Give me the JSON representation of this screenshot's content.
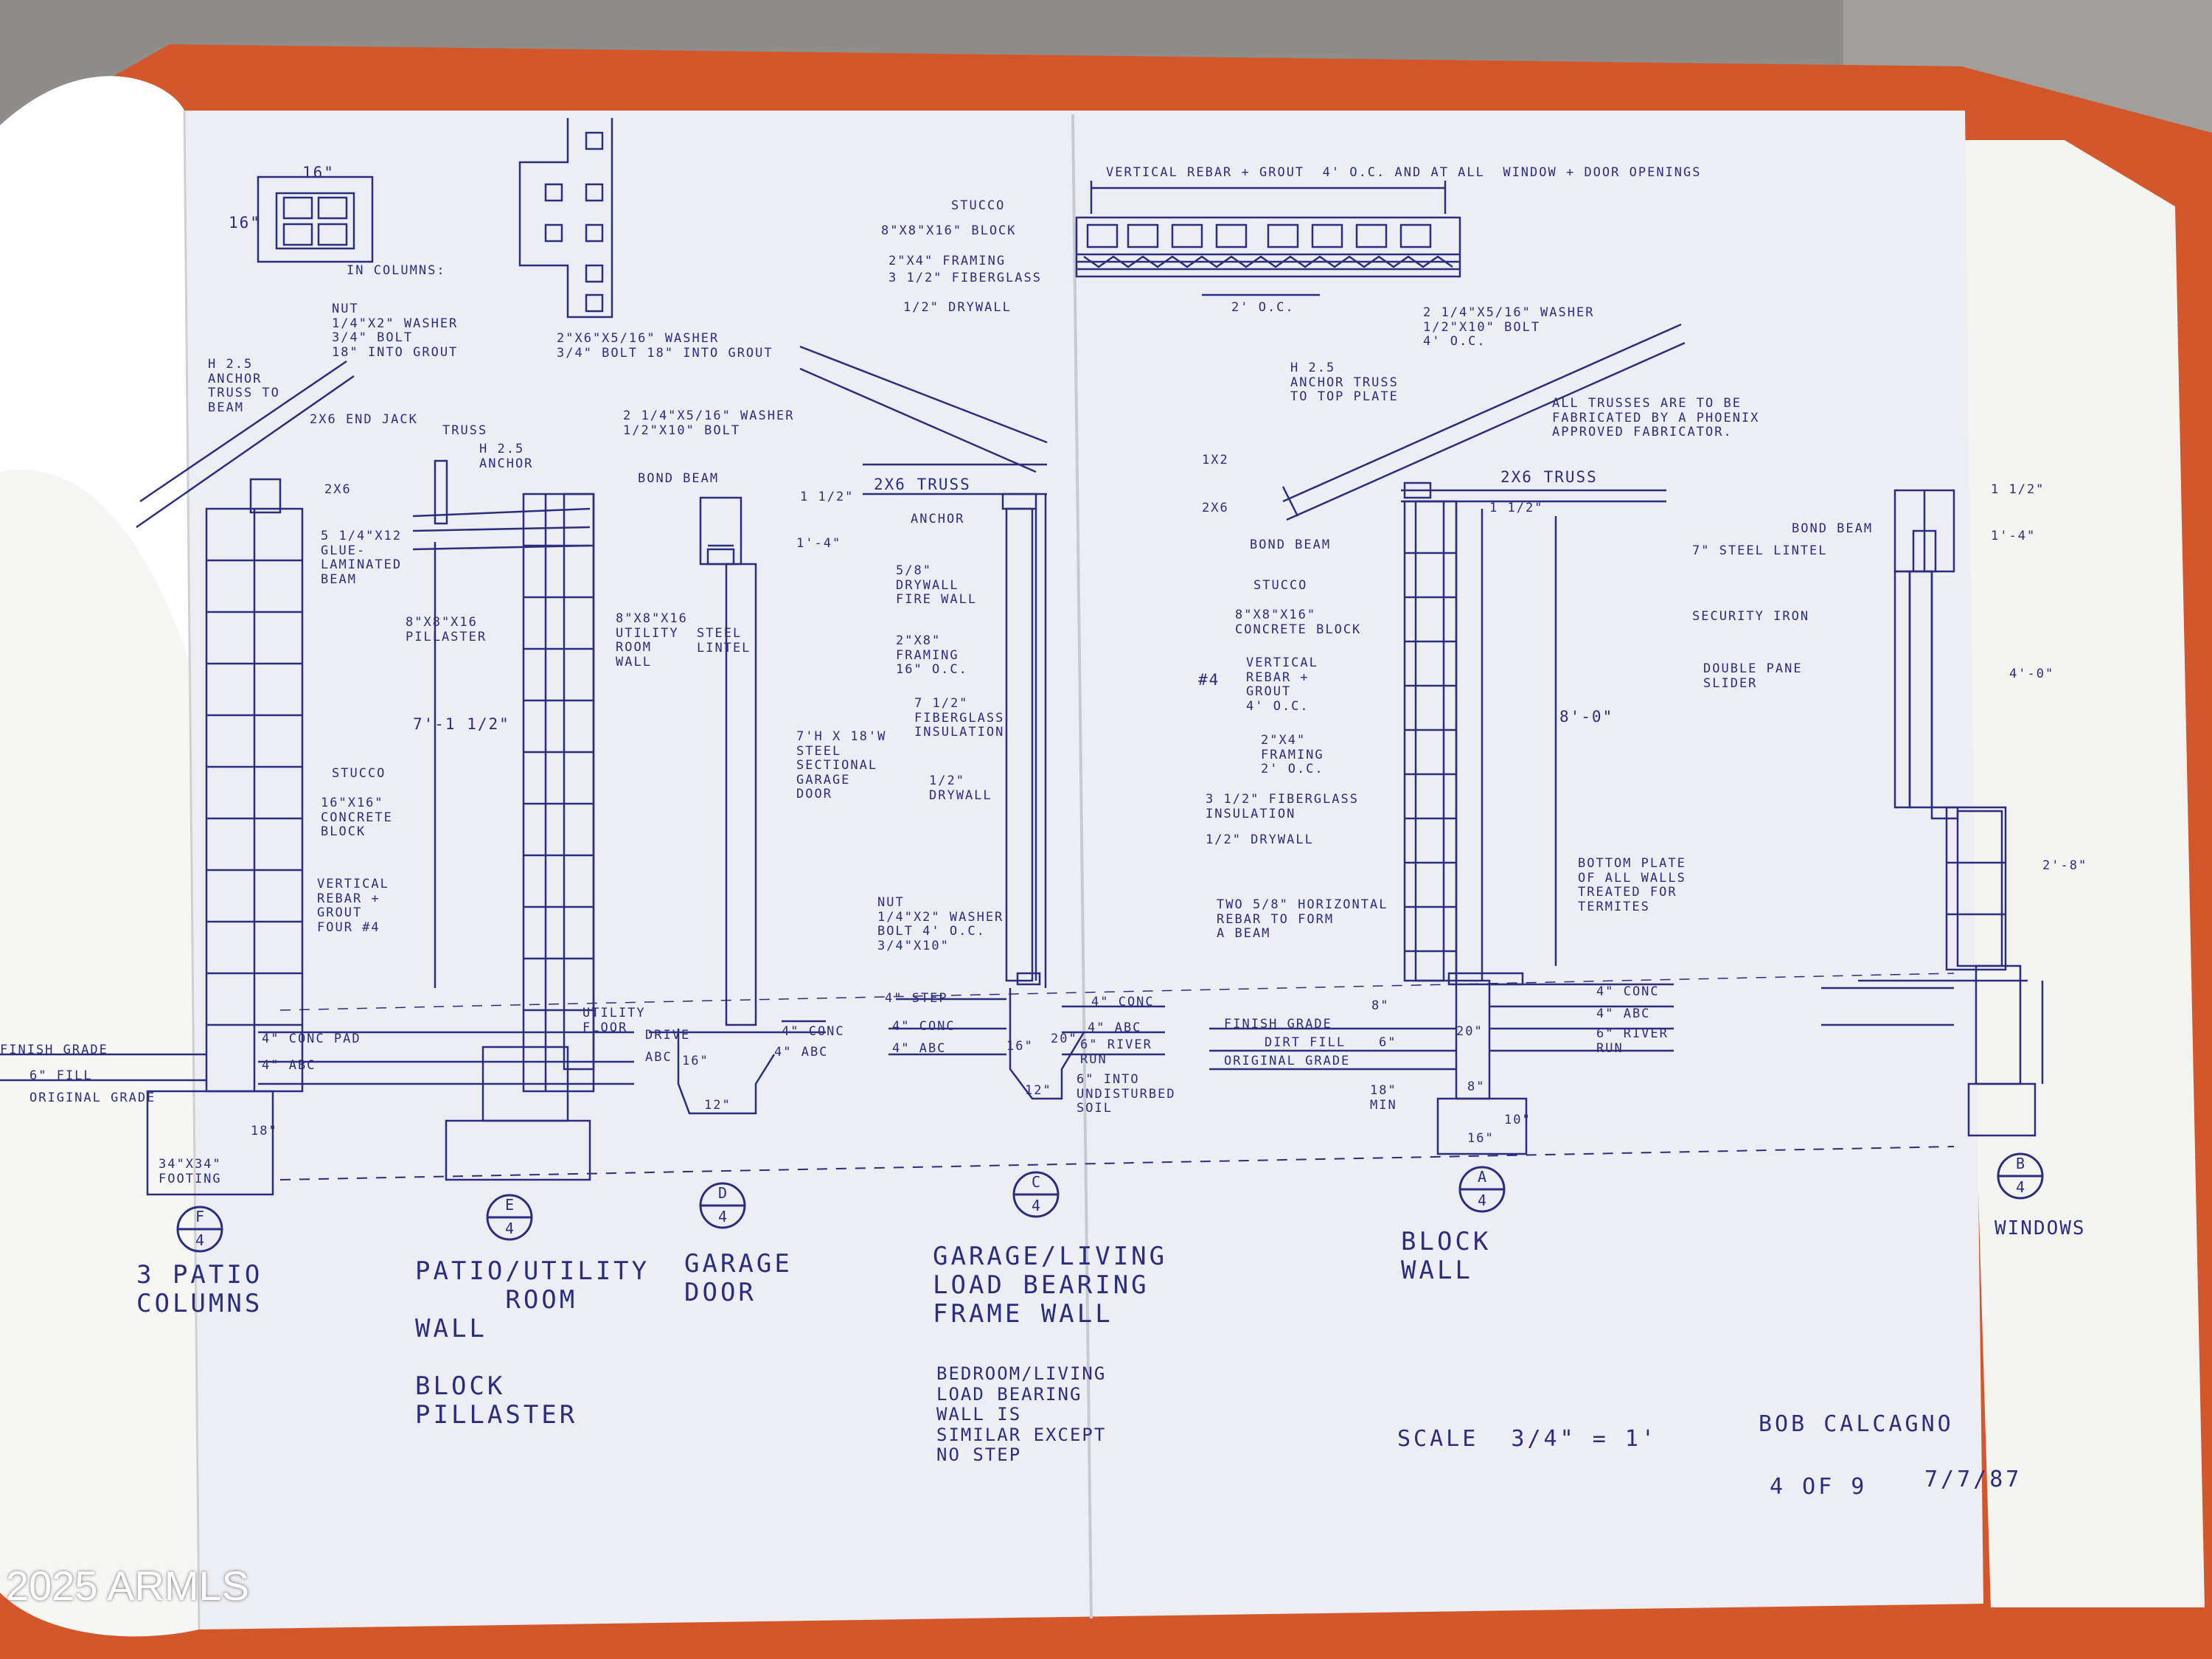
{
  "watermark": "2025 ARMLS",
  "colors": {
    "ink": "#2c2d7c",
    "paper": "#eceef4",
    "folder": "#d4572b",
    "wall": "#8f8d8a"
  },
  "sheet": {
    "title_block": {
      "scale": "SCALE  3/4\" = 1'",
      "drafter": "BOB CALCAGNO",
      "sheet_no": "4 OF 9",
      "date": "7/7/87"
    },
    "sections": [
      {
        "letter": "F",
        "sheet": "4",
        "title": "3 PATIO\nCOLUMNS"
      },
      {
        "letter": "E",
        "sheet": "4",
        "title": "PATIO/UTILITY\n     ROOM\nWALL\n\nBLOCK\nPILLASTER"
      },
      {
        "letter": "D",
        "sheet": "4",
        "title": "GARAGE\nDOOR"
      },
      {
        "letter": "C",
        "sheet": "4",
        "title": "GARAGE/LIVING\nLOAD BEARING\nFRAME WALL"
      },
      {
        "letter": "A",
        "sheet": "4",
        "title": "BLOCK\nWALL"
      },
      {
        "letter": "B",
        "sheet": "4",
        "title": "WINDOWS"
      }
    ],
    "note_c": "BEDROOM/LIVING\nLOAD BEARING\nWALL IS\nSIMILAR EXCEPT\nNO STEP",
    "plan_detail": {
      "column_size": "16\"",
      "column_size_side": "16\"",
      "in_columns": "IN COLUMNS:",
      "wall_top": "VERTICAL REBAR + GROUT  4' O.C. AND AT ALL  WINDOW + DOOR OPENINGS",
      "wall_layers": [
        "STUCCO",
        "8\"X8\"X16\" BLOCK",
        "2\"X4\" FRAMING",
        "3 1/2\" FIBERGLASS",
        "1/2\" DRYWALL"
      ],
      "spacing": "2' O.C."
    },
    "notes_f": {
      "h25": "H 2.5\nANCHOR\nTRUSS TO\nBEAM",
      "nut": "NUT\n1/4\"X2\" WASHER\n3/4\" BOLT\n18\" INTO GROUT",
      "end_jack": "2X6 END JACK",
      "two_x_six": "2X6",
      "beam": "5 1/4\"X12\nGLUE-\nLAMINATED\nBEAM",
      "stucco": "STUCCO",
      "block": "16\"X16\"\nCONCRETE\nBLOCK",
      "rebar": "VERTICAL\nREBAR +\nGROUT\nFOUR #4",
      "finish": "FINISH GRADE",
      "fill": "6\" FILL",
      "orig": "ORIGINAL GRADE",
      "footing": "34\"X34\"\nFOOTING",
      "dim18": "18\""
    },
    "notes_e": {
      "washer": "2\"X6\"X5/16\" WASHER\n3/4\" BOLT 18\" INTO GROUT",
      "truss": "TRUSS",
      "h25": "H 2.5\nANCHOR",
      "washer2": "2 1/4\"X5/16\" WASHER\n1/2\"X10\" BOLT",
      "bond": "BOND BEAM",
      "pillaster": "8\"X8\"X16\nPILLASTER",
      "utility": "8\"X8\"X16\nUTILITY\nROOM\nWALL",
      "height": "7'-1 1/2\"",
      "conc": "4\" CONC PAD",
      "abc": "4\" ABC",
      "util_floor": "UTILITY\nFLOOR"
    },
    "notes_d": {
      "lintel": "STEEL\nLINTEL",
      "top": "1 1/2\"",
      "side": "1'-4\"",
      "door": "7'H X 18'W\nSTEEL\nSECTIONAL\nGARAGE\nDOOR",
      "drive": "DRIVE",
      "abc": "ABC",
      "conc": "4\" CONC",
      "abc2": "4\" ABC",
      "d16": "16\"",
      "d12": "12\""
    },
    "notes_c": {
      "truss": "2X6 TRUSS",
      "anchor": "ANCHOR",
      "fire": "5/8\"\nDRYWALL\nFIRE WALL",
      "framing": "2\"X8\"\nFRAMING\n16\" O.C.",
      "insul": "7 1/2\"\nFIBERGLASS\nINSULATION",
      "drywall": "1/2\"\nDRYWALL",
      "nut": "NUT\n1/4\"X2\" WASHER\nBOLT 4' O.C.\n3/4\"X10\"",
      "step": "4\" STEP",
      "conc": "4\" CONC",
      "abc": "4\" ABC",
      "conc_r": "4\" CONC",
      "abc_r": "4\" ABC",
      "river": "6\" RIVER\nRUN",
      "soil": "6\" INTO\nUNDISTURBED\nSOIL",
      "d16": "16\"",
      "d20": "20\"",
      "d12": "12\""
    },
    "notes_a": {
      "washer": "2 1/4\"X5/16\" WASHER\n1/2\"X10\" BOLT\n4' O.C.",
      "h25": "H 2.5\nANCHOR TRUSS\nTO TOP PLATE",
      "trusses": "ALL TRUSSES ARE TO BE\nFABRICATED BY A PHOENIX\nAPPROVED FABRICATOR.",
      "one_x_two": "1X2",
      "two_x_six": "2X6",
      "truss": "2X6 TRUSS",
      "bond": "BOND BEAM",
      "stucco": "STUCCO",
      "block": "8\"X8\"X16\"\nCONCRETE BLOCK",
      "rebar_no": "#4",
      "rebar": "VERTICAL\nREBAR +\nGROUT\n4' O.C.",
      "framing": "2\"X4\"\nFRAMING\n2' O.C.",
      "insul": "3 1/2\" FIBERGLASS\nINSULATION",
      "drywall": "1/2\" DRYWALL",
      "height": "8'-0\"",
      "top": "1 1/2\"",
      "bottom": "BOTTOM PLATE\nOF ALL WALLS\nTREATED FOR\nTERMITES",
      "rebar2": "TWO 5/8\" HORIZONTAL\nREBAR TO FORM\nA BEAM",
      "finish": "FINISH GRADE",
      "dirt": "DIRT FILL",
      "orig": "ORIGINAL GRADE",
      "d8": "8\"",
      "d6": "6\"",
      "d18": "18\"\nMIN",
      "d20": "20\"",
      "d8b": "8\"",
      "d16": "16\"",
      "d10": "10\"",
      "conc": "4\" CONC",
      "abc": "4\" ABC",
      "river": "6\" RIVER\nRUN"
    },
    "notes_b": {
      "bond": "BOND BEAM",
      "lintel": "7\" STEEL LINTEL",
      "security": "SECURITY IRON",
      "slider": "DOUBLE PANE\nSLIDER",
      "top": "1 1/2\"",
      "d1": "1'-4\"",
      "d2": "4'-0\"",
      "d3": "2'-8\""
    }
  }
}
